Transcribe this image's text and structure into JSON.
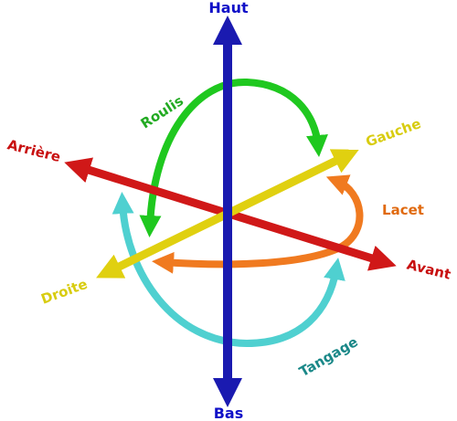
{
  "labels": {
    "haut": "Haut",
    "bas": "Bas",
    "avant": "Avant",
    "arriere": "Arrière",
    "gauche": "Gauche",
    "droite": "Droite",
    "roulis": "Roulis",
    "tangage": "Tangage",
    "lacet": "Lacet"
  },
  "colors": {
    "vertical_axis": "#1a1ab0",
    "longitudinal_axis": "#d01818",
    "lateral_axis": "#e0d010",
    "roulis": "#1fc81f",
    "tangage": "#4fd0d0",
    "lacet": "#f07a20",
    "label_haut": "#1010c8",
    "label_bas": "#1010c8",
    "label_avant": "#c81010",
    "label_arriere": "#c81010",
    "label_gauche": "#d8cc10",
    "label_droite": "#d8cc10",
    "label_roulis": "#22aa22",
    "label_tangage": "#1a8888",
    "label_lacet": "#e06a10"
  }
}
